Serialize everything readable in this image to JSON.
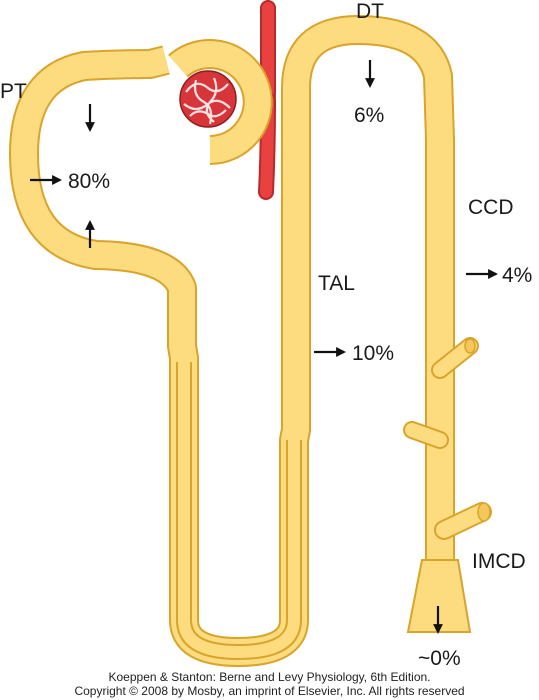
{
  "segments": {
    "pt": "PT",
    "dt": "DT",
    "tal": "TAL",
    "ccd": "CCD",
    "imcd": "IMCD"
  },
  "reabsorption": {
    "pt": "80%",
    "dt": "6%",
    "tal": "10%",
    "ccd": "4%",
    "imcd": "~0%"
  },
  "credit": {
    "line1": "Koeppen & Stanton: Berne and Levy Physiology, 6th Edition.",
    "line2": "Copyright © 2008 by Mosby, an imprint of Elsevier, Inc. All rights reserved"
  },
  "colors": {
    "tubule_fill": "#FCDC7E",
    "tubule_edge": "#D9A42C",
    "vessel": "#E8413F",
    "glomerulus": "#D8353A",
    "arrow": "#111111"
  }
}
